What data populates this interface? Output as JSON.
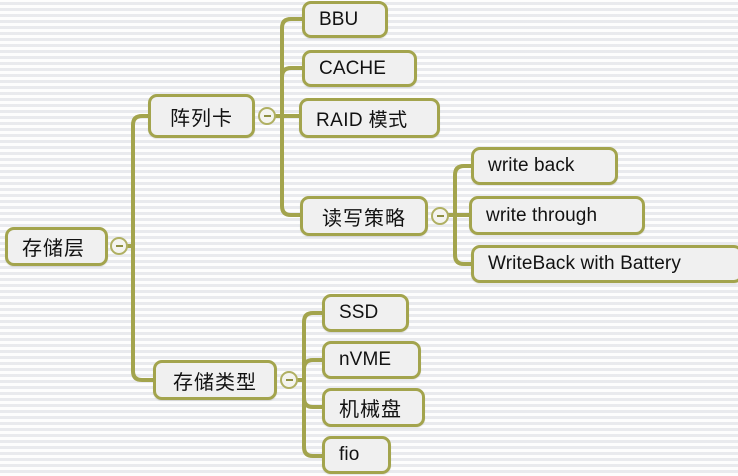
{
  "diagram": {
    "type": "mind-map",
    "accent_color": "#a3a44d",
    "node_fill": "#f0f0f0",
    "background_color": "#f1f2f4",
    "text_color": "#121212",
    "collapse_glyph": "minus",
    "root": {
      "id": "root",
      "label": "存储层",
      "toggle": "minus",
      "children": [
        {
          "id": "array-card",
          "label": "阵列卡",
          "toggle": "minus",
          "children": [
            {
              "id": "bbu",
              "label": "BBU"
            },
            {
              "id": "cache",
              "label": "CACHE"
            },
            {
              "id": "raid-mode",
              "label": "RAID 模式"
            },
            {
              "id": "rw-policy",
              "label": "读写策略",
              "toggle": "minus",
              "children": [
                {
                  "id": "write-back",
                  "label": "write back"
                },
                {
                  "id": "write-through",
                  "label": "write through"
                },
                {
                  "id": "writeback-with-battery",
                  "label": "WriteBack with Battery"
                }
              ]
            }
          ]
        },
        {
          "id": "storage-type",
          "label": "存储类型",
          "toggle": "minus",
          "children": [
            {
              "id": "ssd",
              "label": "SSD"
            },
            {
              "id": "nvme",
              "label": "nVME"
            },
            {
              "id": "hdd",
              "label": "机械盘"
            },
            {
              "id": "fio",
              "label": "fio"
            }
          ]
        }
      ]
    }
  }
}
